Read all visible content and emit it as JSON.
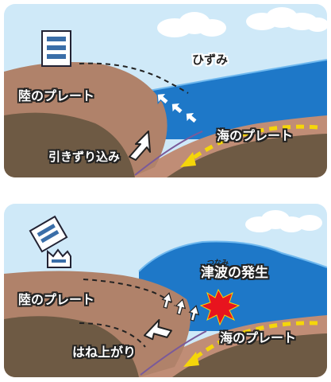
{
  "panels": {
    "top": {
      "labels": {
        "strain": "ひずみ",
        "land_plate": "陸のプレート",
        "ocean_plate": "海のプレート",
        "drag_in": "引きずり込み"
      }
    },
    "bottom": {
      "labels": {
        "tsunami_ruby": "つなみ",
        "tsunami": "津波の発生",
        "land_plate": "陸のプレート",
        "ocean_plate": "海のプレート",
        "rebound": "はね上がり"
      }
    }
  },
  "colors": {
    "sky": "#cfe9f8",
    "sea": "#1e78c8",
    "land_plate": "#b0826a",
    "ocean_plate": "#c08d76",
    "mantle": "#6e5a44",
    "arrow_yellow": "#f5d60a",
    "explosion": "#e8141e"
  },
  "icons": [
    "building-icon",
    "collapsed-building-icon",
    "cloud-icon",
    "explosion-icon"
  ]
}
